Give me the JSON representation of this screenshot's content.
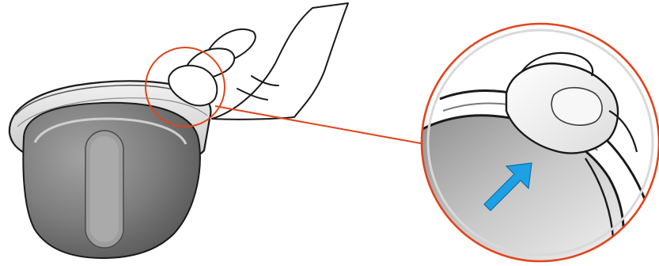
{
  "colors": {
    "callout_stroke": "#e0451b",
    "arrow_fill": "#1ea1e4",
    "dome_light": "#e6e6e6",
    "dome_dark": "#6f6f6f",
    "outline": "#1a1a1a"
  },
  "icons": {
    "camera": "dome-camera",
    "hand": "hand",
    "zoom": "magnifier-callout",
    "arrow": "push-arrow"
  }
}
